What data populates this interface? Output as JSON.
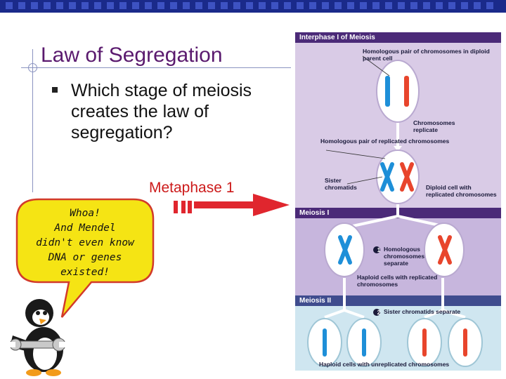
{
  "slide": {
    "title": "Law of Segregation",
    "bullet": "Which stage of meiosis creates the law of segregation?",
    "answer": "Metaphase 1",
    "speech_bubble": [
      "Whoa!",
      "And Mendel",
      "didn't even know",
      "DNA or genes",
      "existed!"
    ]
  },
  "figure": {
    "section_interphase": "Interphase I of Meiosis",
    "section_meiosis1": "Meiosis I",
    "section_meiosis2": "Meiosis II",
    "label_homologous_pair": "Homologous pair of chromosomes in diploid parent cell",
    "label_chromosomes_replicate": "Chromosomes replicate",
    "label_replicated_pair": "Homologous pair of replicated chromosomes",
    "label_sister_chromatids": "Sister chromatids",
    "label_diploid_replicated": "Diploid cell with replicated chromosomes",
    "label_homologues_separate": "Homologous chromosomes separate",
    "step1": "1",
    "label_haploid_replicated": "Haploid cells with replicated chromosomes",
    "step2": "2",
    "label_sister_separate": "Sister chromatids separate",
    "label_haploid_unreplicated": "Haploid cells with unreplicated chromosomes"
  },
  "colors": {
    "title": "#5a1a6e",
    "answer": "#cc1a1a",
    "bubble_fill": "#f5e414",
    "arrow": "#e0262e",
    "chromosome_blue": "#1e8fd8",
    "chromosome_red": "#e8452c"
  },
  "icons": [
    "penguin-mascot-icon",
    "right-arrow-icon",
    "pause-bars-icon"
  ]
}
